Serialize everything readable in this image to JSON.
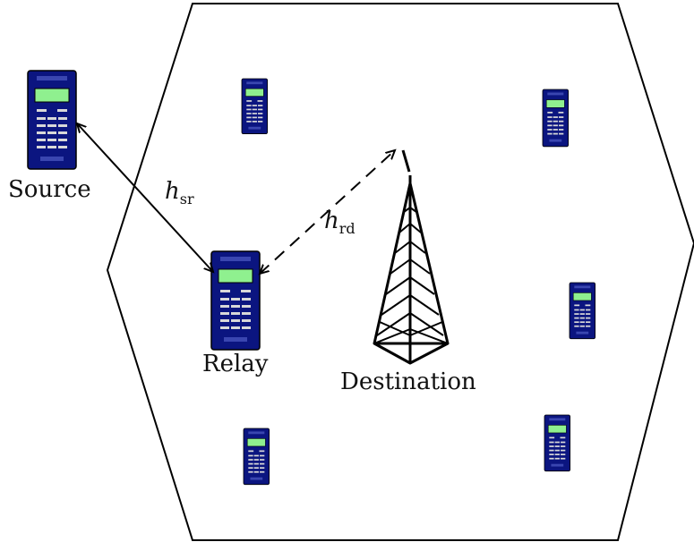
{
  "labels": {
    "source": "Source",
    "relay": "Relay",
    "destination": "Destination"
  },
  "channels": {
    "sr": {
      "symbol": "h",
      "subscript": "sr"
    },
    "rd": {
      "symbol": "h",
      "subscript": "rd"
    }
  },
  "colors": {
    "phone_body": "#0b1580",
    "phone_screen": "#8ff08f",
    "outline": "#000000"
  },
  "icons": {
    "phone": "mobile-phone-icon",
    "tower": "cell-tower-icon"
  }
}
